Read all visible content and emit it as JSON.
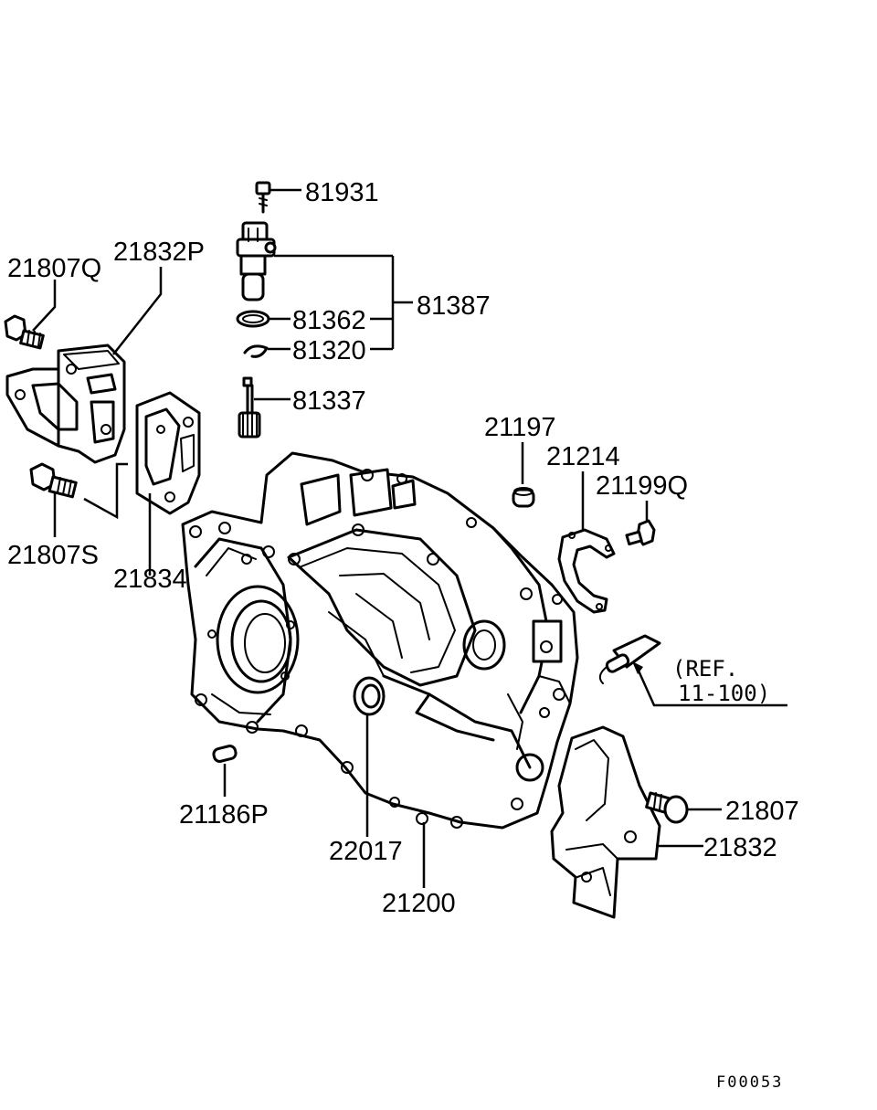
{
  "labels": {
    "p81931": "81931",
    "p81387": "81387",
    "p81362": "81362",
    "p81320": "81320",
    "p81337": "81337",
    "p21807Q": "21807Q",
    "p21832P": "21832P",
    "p21807S": "21807S",
    "p21834": "21834",
    "p21197": "21197",
    "p21214": "21214",
    "p21199Q": "21199Q",
    "ref_line1": "(REF.",
    "ref_line2": "11-100)",
    "p21186P": "21186P",
    "p22017": "22017",
    "p21200": "21200",
    "p21807": "21807",
    "p21832": "21832"
  },
  "figure_code": "F00053"
}
